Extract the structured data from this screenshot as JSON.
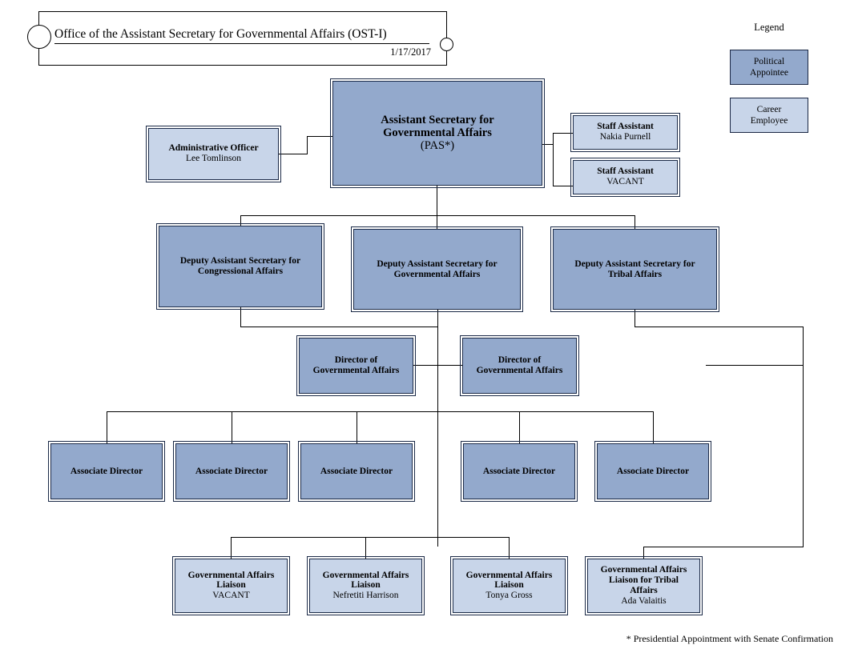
{
  "header": {
    "title": "Office of the Assistant Secretary for  Governmental Affairs (OST-I)",
    "date": "1/17/2017"
  },
  "legend": {
    "title": "Legend",
    "items": [
      {
        "label": "Political\nAppointee",
        "line1": "Political",
        "line2": "Appointee",
        "color": "#93a9cc",
        "type": "political"
      },
      {
        "label": "Career\nEmployee",
        "line1": "Career",
        "line2": "Employee",
        "color": "#c8d5e9",
        "type": "career"
      }
    ]
  },
  "footnote": "* Presidential Appointment with Senate Confirmation",
  "nodes": {
    "assistant_secretary": {
      "role_line1": "Assistant Secretary for",
      "role_line2": "Governmental Affairs",
      "person": "(PAS*)",
      "type": "political"
    },
    "administrative_officer": {
      "role": "Administrative Officer",
      "person": "Lee Tomlinson",
      "type": "career"
    },
    "staff_assistant_1": {
      "role": "Staff Assistant",
      "person": "Nakia Purnell",
      "type": "career"
    },
    "staff_assistant_2": {
      "role": "Staff Assistant",
      "person": "VACANT",
      "type": "career"
    },
    "das_congressional": {
      "role_line1": "Deputy Assistant Secretary for",
      "role_line2": "Congressional Affairs",
      "type": "political"
    },
    "das_governmental": {
      "role_line1": "Deputy Assistant Secretary for",
      "role_line2": "Governmental Affairs",
      "type": "political"
    },
    "das_tribal": {
      "role_line1": "Deputy Assistant Secretary for",
      "role_line2": "Tribal Affairs",
      "type": "political"
    },
    "director_ga_1": {
      "role_line1": "Director of",
      "role_line2": "Governmental Affairs",
      "type": "political"
    },
    "director_ga_2": {
      "role_line1": "Director of",
      "role_line2": "Governmental Affairs",
      "type": "political"
    },
    "associate_director_1": {
      "role": "Associate Director",
      "type": "political"
    },
    "associate_director_2": {
      "role": "Associate Director",
      "type": "political"
    },
    "associate_director_3": {
      "role": "Associate Director",
      "type": "political"
    },
    "associate_director_4": {
      "role": "Associate Director",
      "type": "political"
    },
    "associate_director_5": {
      "role": "Associate Director",
      "type": "political"
    },
    "liaison_1": {
      "role_line1": "Governmental Affairs",
      "role_line2": "Liaison",
      "person": "VACANT",
      "type": "career"
    },
    "liaison_2": {
      "role_line1": "Governmental Affairs",
      "role_line2": "Liaison",
      "person": "Nefretiti Harrison",
      "type": "career"
    },
    "liaison_3": {
      "role_line1": "Governmental Affairs",
      "role_line2": "Liaison",
      "person": "Tonya Gross",
      "type": "career"
    },
    "liaison_tribal": {
      "role_line1": "Governmental Affairs",
      "role_line2": "Liaison for Tribal",
      "role_line3": "Affairs",
      "person": "Ada Valaitis",
      "type": "career"
    }
  },
  "colors": {
    "political": "#93a9cc",
    "career": "#c8d5e9",
    "border": "#1b2a47",
    "line": "#000000",
    "background": "#ffffff"
  }
}
